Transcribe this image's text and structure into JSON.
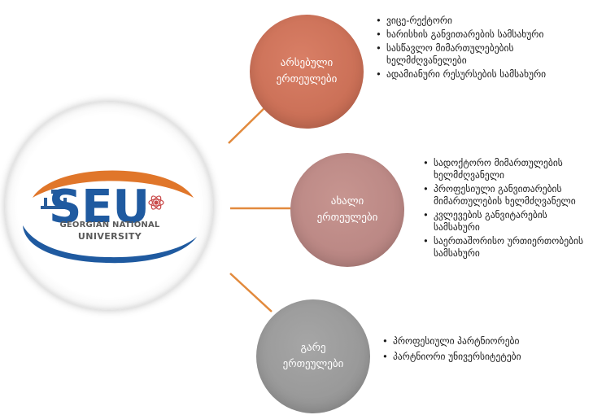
{
  "logo": {
    "letters": "SEU",
    "line1": "GEORGIAN NATIONAL",
    "line2": "UNIVERSITY"
  },
  "colors": {
    "connector": "#e28a3d",
    "node1": "#c96e55",
    "node2": "#b98683",
    "node3": "#979797",
    "logo_blue": "#1f5aa0",
    "logo_orange": "#e0762a"
  },
  "groups": [
    {
      "line1": "არსებული",
      "line2": "ერთეულები",
      "items": [
        "ვიცე-რექტორი",
        "ხარისხის განვითარების სამსახური",
        "სასწავლო მიმართულებების ხელმძღვანელები",
        "ადამიანური რესურსების სამსახური"
      ]
    },
    {
      "line1": "ახალი",
      "line2": "ერთეულები",
      "items": [
        "სადოქტორო მიმართულების ხელმძღვანელი",
        "პროფესიული განვითარების მიმართულების ხელმძღვანელი",
        "კვლევების განვიტარების სამსახური",
        "საერთაშორისო ურთიერთობების სამსახური"
      ]
    },
    {
      "line1": "გარე",
      "line2": "ერთეულები",
      "items": [
        "პროფესიული პარტნიორები",
        "პარტნიორი უნივერსიტეტები"
      ]
    }
  ]
}
